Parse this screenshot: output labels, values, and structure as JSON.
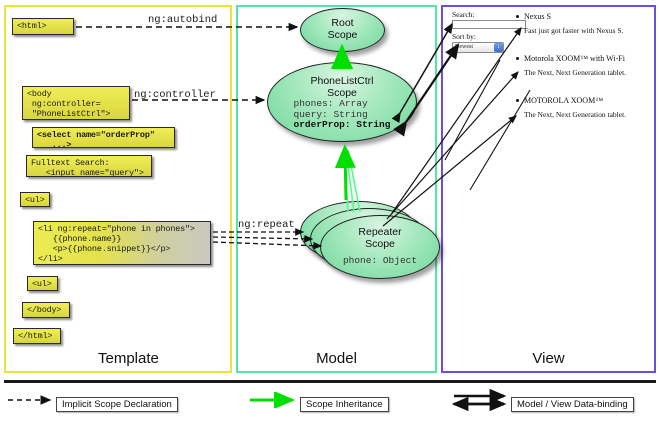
{
  "panels": {
    "template": {
      "label": "Template",
      "border_color": "#e8e53a"
    },
    "model": {
      "label": "Model",
      "border_color": "#4ee9a8"
    },
    "view": {
      "label": "View",
      "border_color": "#6a4fe0"
    }
  },
  "template_boxes": {
    "html_open": "<html>",
    "body_open": "<body\n ng:controller=\n \"PhoneListCtrl\">",
    "select": "<select name=\"orderProp\"\n   ...>",
    "fulltext": "Fulltext Search:\n   <input name=\"query\">",
    "ul_open": "<ul>",
    "li_repeat": "<li ng:repeat=\"phone in phones\">\n   {{phone.name}}\n   <p>{{phone.snippet}}</p>\n</li>",
    "ul_close": "<ul>",
    "body_close": "</body>",
    "html_close": "</html>"
  },
  "connectors": {
    "autobind": "ng:autobind",
    "controller": "ng:controller",
    "repeat": "ng:repeat"
  },
  "model": {
    "root_scope": {
      "title_line1": "Root",
      "title_line2": "Scope"
    },
    "phonelist_scope": {
      "title_line1": "PhoneListCtrl",
      "title_line2": "Scope",
      "props": [
        "phones: Array",
        "query: String"
      ],
      "prop_bold": "orderProp: String"
    },
    "repeater_scope": {
      "title_line1": "Repeater",
      "title_line2": "Scope",
      "props": [
        "phone: Object"
      ]
    }
  },
  "view": {
    "search_label": "Search:",
    "search_value": "",
    "search_placeholder": "",
    "sortby_label": "Sort by:",
    "sortby_selected": "Newest",
    "sortby_options": [
      "Newest"
    ],
    "phones": [
      {
        "name": "Nexus S",
        "snippet": "Fast just got faster with Nexus S."
      },
      {
        "name": "Motorola XOOM™ with Wi-Fi",
        "snippet": "The Next, Next Generation tablet."
      },
      {
        "name": "MOTOROLA XOOM™",
        "snippet": "The Next, Next Generation tablet."
      }
    ]
  },
  "legend": {
    "implicit": "Implicit Scope Declaration",
    "inheritance": "Scope Inheritance",
    "databinding": "Model / View Data-binding",
    "inheritance_color": "#00e000"
  }
}
